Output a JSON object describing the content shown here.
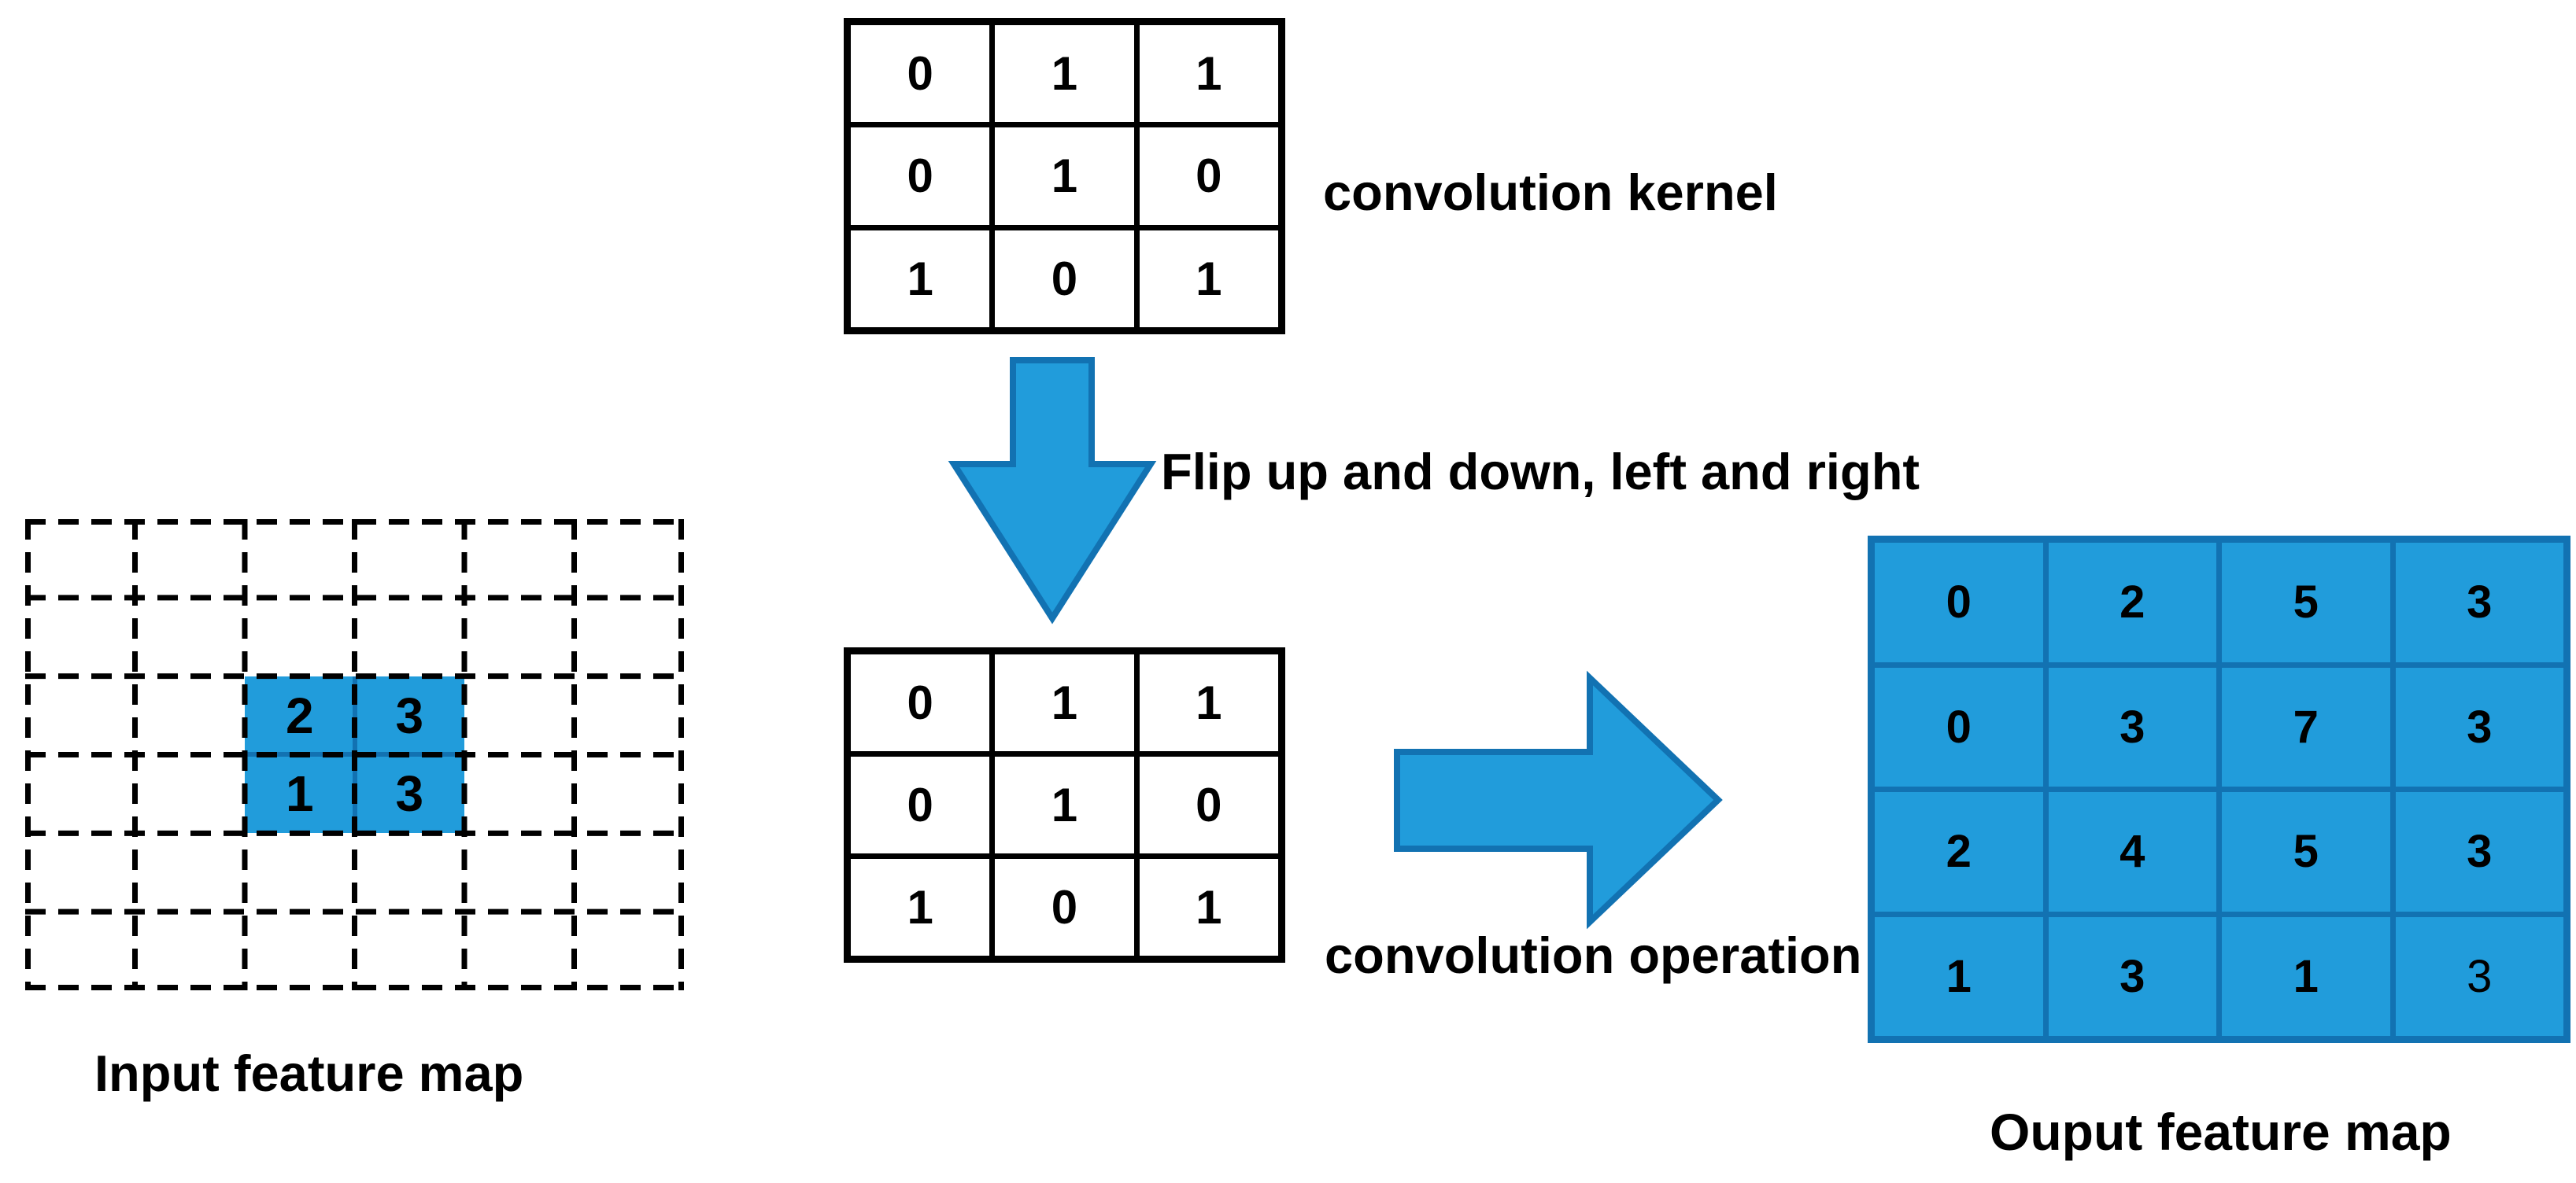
{
  "colors": {
    "blue_fill": "#219CDB",
    "blue_border": "#1272B2",
    "line_black": "#000000"
  },
  "input_map": {
    "label": "Input feature map",
    "rows": 6,
    "cols": 6,
    "highlight": {
      "row_start": 3,
      "col_start": 3,
      "values": [
        [
          "2",
          "3"
        ],
        [
          "1",
          "3"
        ]
      ]
    }
  },
  "kernel": {
    "label": "convolution kernel",
    "values": [
      [
        "0",
        "1",
        "1"
      ],
      [
        "0",
        "1",
        "0"
      ],
      [
        "1",
        "0",
        "1"
      ]
    ]
  },
  "flipped_kernel": {
    "values": [
      [
        "0",
        "1",
        "1"
      ],
      [
        "0",
        "1",
        "0"
      ],
      [
        "1",
        "0",
        "1"
      ]
    ]
  },
  "arrows": {
    "down_label": "Flip up and down, left and right",
    "right_label": "convolution operation"
  },
  "output_map": {
    "label": "Ouput feature map",
    "values": [
      [
        "0",
        "2",
        "5",
        "3"
      ],
      [
        "0",
        "3",
        "7",
        "3"
      ],
      [
        "2",
        "4",
        "5",
        "3"
      ],
      [
        "1",
        "3",
        "1",
        "3"
      ]
    ],
    "regular_weight_cell": [
      3,
      3
    ]
  }
}
